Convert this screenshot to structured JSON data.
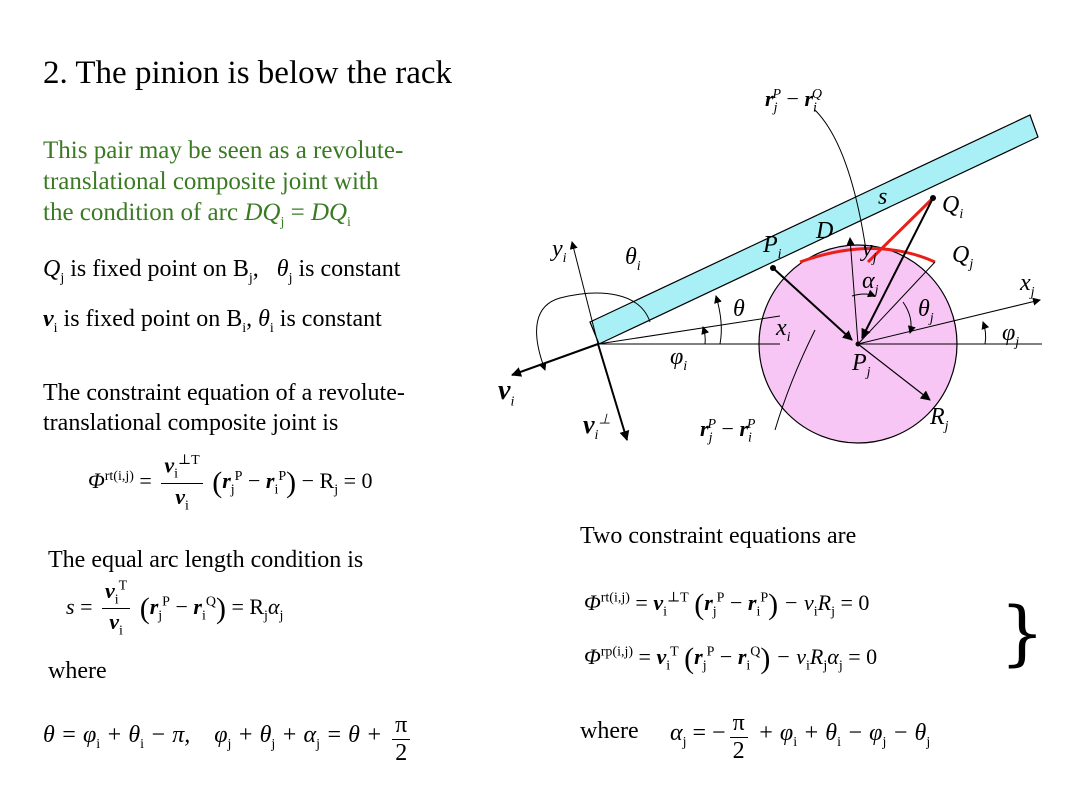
{
  "title": "2. The pinion is below the rack",
  "intro": {
    "line1": "This pair may be seen as a revolute-",
    "line2": "translational composite joint with",
    "line3_prefix": "the condition of arc ",
    "arc_lhs": "DQ",
    "arc_lhs_sub": "j",
    "arc_eq": " = ",
    "arc_rhs": "DQ",
    "arc_rhs_sub": "i"
  },
  "fact1": {
    "point": "Q",
    "point_sub": "j",
    "text": " is fixed point on B",
    "body_sub": "j",
    "comma": ",",
    "angle": "θ",
    "angle_sub": "j",
    "tail": " is constant"
  },
  "fact2": {
    "point": "v",
    "point_sub": "i",
    "text": " is fixed point on B",
    "body_sub": "i",
    "comma": ",",
    "angle": "θ",
    "angle_sub": "i",
    "tail": " is constant"
  },
  "constraint_intro": {
    "line1": "The constraint equation of a revolute-",
    "line2": "translational composite joint is"
  },
  "eq1": {
    "lhs": "Φ",
    "lhs_sup": "rt(i,j)",
    "equals": "=",
    "num": "v",
    "num_sub": "i",
    "num_sup": "⊥T",
    "den": "v",
    "den_sub": "i",
    "rj": "r",
    "rj_sub": "j",
    "rj_sup": "P",
    "minus": "−",
    "ri": "r",
    "ri_sub": "i",
    "ri_sup": "P",
    "tail": " − R",
    "tail_sub": "j",
    "zero": " = 0"
  },
  "arc_intro": "The equal arc length condition is",
  "eq2": {
    "lhs": "s",
    "equals": "=",
    "num": "v",
    "num_sub": "i",
    "num_sup": "T",
    "den": "v",
    "den_sub": "i",
    "rj": "r",
    "rj_sub": "j",
    "rj_sup": "P",
    "minus": "−",
    "ri": "r",
    "ri_sub": "i",
    "ri_sup": "Q",
    "tail": " = R",
    "tail_sub": "j",
    "alpha": "α",
    "alpha_sub": "j"
  },
  "where1": "where",
  "eq3": {
    "part1": "θ = φ",
    "p1_sub": "i",
    "part2": " + θ",
    "p2_sub": "i",
    "part3": " − π,",
    "part4": "φ",
    "p4_sub": "j",
    "part5": " + θ",
    "p5_sub": "j",
    "part6": " + α",
    "p6_sub": "j",
    "part7": " = θ + ",
    "pi_num": "π",
    "pi_den": "2"
  },
  "right": {
    "heading": "Two constraint equations are",
    "eq4": {
      "lhs": "Φ",
      "lhs_sup": "rt(i,j)",
      "body": " = ",
      "v": "v",
      "v_sub": "i",
      "v_sup": "⊥T",
      "rj": "r",
      "rj_sub": "j",
      "rj_sup": "P",
      "minus": "−",
      "ri": "r",
      "ri_sub": "i",
      "ri_sup": "P",
      "tail": " − v",
      "tail_sub": "i",
      "tail2": "R",
      "tail2_sub": "j",
      "zero": " = 0"
    },
    "eq5": {
      "lhs": "Φ",
      "lhs_sup": "rp(i,j)",
      "body": " = ",
      "v": "v",
      "v_sub": "i",
      "v_sup": "T",
      "rj": "r",
      "rj_sub": "j",
      "rj_sup": "P",
      "minus": "−",
      "ri": "r",
      "ri_sub": "i",
      "ri_sup": "Q",
      "tail": " − v",
      "tail_sub": "i",
      "tail2": "R",
      "tail2_sub": "j",
      "tail3": "α",
      "tail3_sub": "j",
      "zero": " = 0"
    },
    "brace": "}",
    "where": "where",
    "eq6": {
      "lhs": "α",
      "lhs_sub": "j",
      "eq": " = −",
      "pi_num": "π",
      "pi_den": "2",
      "rest": " + φ",
      "r_sub1": "i",
      "rest2": " + θ",
      "r_sub2": "i",
      "rest3": " − φ",
      "r_sub3": "j",
      "rest4": " − θ",
      "r_sub4": "j"
    }
  },
  "diagram": {
    "label_rjq_top": "r",
    "label_rjq_top_sub": "j",
    "label_rjq_top_sup": "P",
    "label_riq_top": "r",
    "label_riq_top_sub": "i",
    "label_riq_top_sup": "Q",
    "minus": "−",
    "s": "s",
    "Qi": "Q",
    "Qi_sub": "i",
    "Qj": "Q",
    "Qj_sub": "j",
    "D": "D",
    "Pi": "P",
    "Pi_sub": "i",
    "Pj": "P",
    "Pj_sub": "j",
    "yi": "y",
    "yi_sub": "i",
    "yj": "y",
    "yj_sub": "j",
    "xi": "x",
    "xi_sub": "i",
    "xj": "x",
    "xj_sub": "j",
    "thetai": "θ",
    "thetai_sub": "i",
    "theta": "θ",
    "thetaj": "θ",
    "thetaj_sub": "j",
    "alphaj": "α",
    "alphaj_sub": "j",
    "phii": "φ",
    "phii_sub": "i",
    "phij": "φ",
    "phij_sub": "j",
    "Rj": "R",
    "Rj_sub": "j",
    "vi": "v",
    "vi_sub": "i",
    "viperp": "v",
    "viperp_sub": "i",
    "viperp_sup": "⊥",
    "rjp": "r",
    "rjp_sub": "j",
    "rjp_sup": "P",
    "rip": "r",
    "rip_sub": "i",
    "rip_sup": "P",
    "colors": {
      "rack": "#a8f0f5",
      "pinion": "#f8c6f5",
      "arc": "#e8201a"
    }
  }
}
